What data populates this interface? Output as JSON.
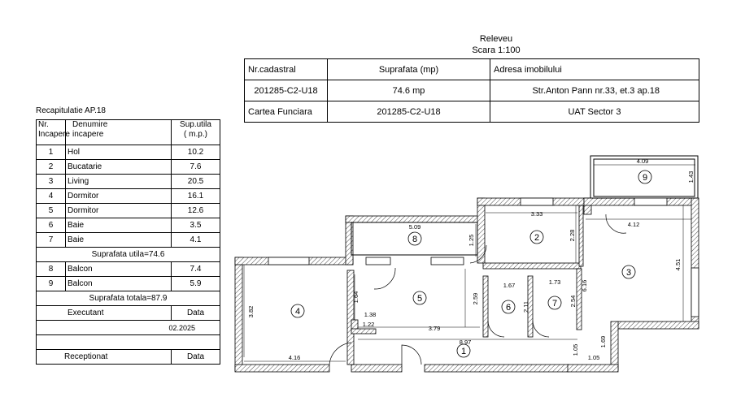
{
  "header": {
    "title": "Releveu",
    "scale": "Scara 1:100"
  },
  "cadastral": {
    "headers": [
      "Nr.cadastral",
      "Suprafata (mp)",
      "Adresa imobilului"
    ],
    "row1": [
      "201285-C2-U18",
      "74.6 mp",
      "Str.Anton Pann nr.33, et.3 ap.18"
    ],
    "row2": [
      "Cartea Funciara",
      "201285-C2-U18",
      "UAT  Sector 3"
    ]
  },
  "recap": {
    "title": "Recapitulatie AP.18",
    "head_nr": "Nr.",
    "head_incapere": "Incapere",
    "head_denumire": "Denumire",
    "head_denumire2": "incapere",
    "head_sup": "Sup.utila",
    "head_sup2": "( m.p.)",
    "rooms": [
      {
        "nr": "1",
        "name": "Hol",
        "area": "10.2"
      },
      {
        "nr": "2",
        "name": "Bucatarie",
        "area": "7.6"
      },
      {
        "nr": "3",
        "name": "Living",
        "area": "20.5"
      },
      {
        "nr": "4",
        "name": "Dormitor",
        "area": "16.1"
      },
      {
        "nr": "5",
        "name": "Dormitor",
        "area": "12.6"
      },
      {
        "nr": "6",
        "name": "Baie",
        "area": "3.5"
      },
      {
        "nr": "7",
        "name": "Baie",
        "area": "4.1"
      }
    ],
    "useful_total": "Suprafata utila=74.6",
    "balconies": [
      {
        "nr": "8",
        "name": "Balcon",
        "area": "7.4"
      },
      {
        "nr": "9",
        "name": "Balcon",
        "area": "5.9"
      }
    ],
    "grand_total": "Suprafata totala=87.9",
    "executant": "Executant",
    "data_label": "Data",
    "exec_date": "02.2025",
    "receptionat": "Receptionat",
    "data_label2": "Data"
  },
  "plan": {
    "room_numbers": [
      "1",
      "2",
      "3",
      "4",
      "5",
      "6",
      "7",
      "8",
      "9"
    ],
    "dims": {
      "d409": "4.09",
      "d143": "1.43",
      "d333": "3.33",
      "d412": "4.12",
      "d509": "5.09",
      "d125": "1.25",
      "d228": "2.28",
      "d451": "4.51",
      "d382": "3.82",
      "d164": "1.64",
      "d259": "2.59",
      "d167": "1.67",
      "d173": "1.73",
      "d616": "6.16",
      "d138": "1.38",
      "d122": "1.22",
      "d379": "3.79",
      "d211": "2.11",
      "d254": "2.54",
      "d897": "8.97",
      "d169": "1.69",
      "d105a": "1.05",
      "d105b": "1.05",
      "d416": "4.16"
    }
  }
}
